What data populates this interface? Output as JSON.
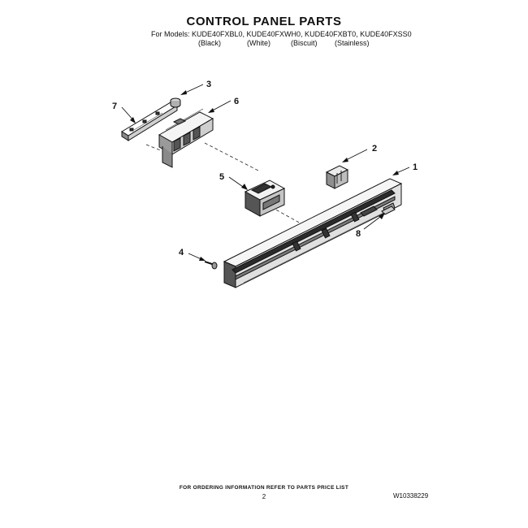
{
  "header": {
    "title": "CONTROL PANEL PARTS",
    "models_line": "For Models: KUDE40FXBL0, KUDE40FXWH0, KUDE40FXBT0, KUDE40FXSS0",
    "colors": [
      "(Black)",
      "(White)",
      "(Biscuit)",
      "(Stainless)"
    ]
  },
  "callouts": {
    "c1": "1",
    "c2": "2",
    "c3": "3",
    "c4": "4",
    "c5": "5",
    "c6": "6",
    "c7": "7",
    "c8": "8"
  },
  "footer": {
    "note": "FOR ORDERING INFORMATION REFER TO PARTS PRICE LIST",
    "page_number": "2",
    "doc_number": "W10338229"
  }
}
